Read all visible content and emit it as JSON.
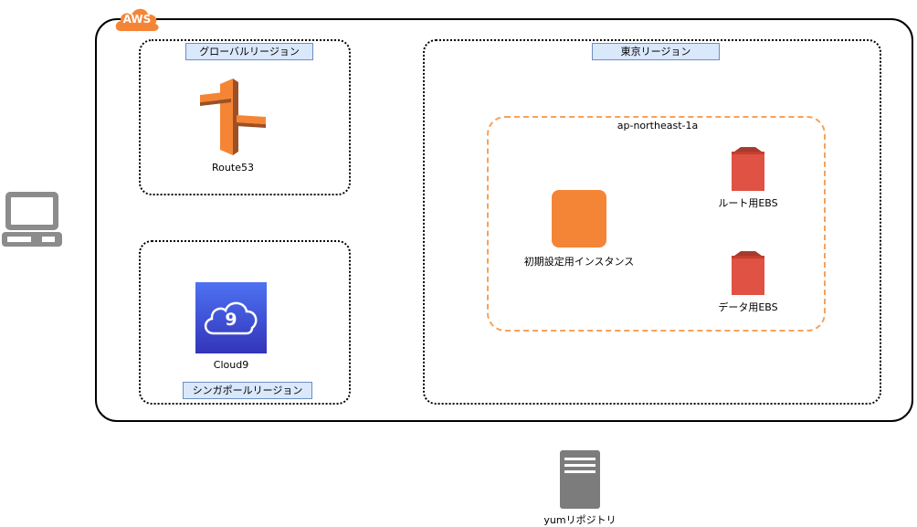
{
  "aws_badge": "AWS",
  "regions": {
    "global": "グローバルリージョン",
    "singapore": "シンガポールリージョン",
    "tokyo": "東京リージョン"
  },
  "availability_zone": "ap-northeast-1a",
  "nodes": {
    "route53": "Route53",
    "cloud9": "Cloud9",
    "instance": "初期設定用インスタンス",
    "root_ebs": "ルート用EBS",
    "data_ebs": "データ用EBS",
    "yum_repo": "yumリポジトリ"
  },
  "cloud9_digit": "9",
  "icons": {
    "client": "laptop-icon",
    "route53": "route53-icon",
    "cloud9": "cloud9-icon",
    "instance": "ec2-instance-icon",
    "ebs": "ebs-volume-icon",
    "server": "server-icon"
  },
  "colors": {
    "aws_orange": "#f58536",
    "region_fill": "#dae8fc",
    "region_stroke": "#6c8ebf",
    "ebs_red": "#e05243",
    "cloud9_blue": "#3b48cc",
    "route53_orange": "#f58534",
    "server_gray": "#7d7c7c"
  }
}
